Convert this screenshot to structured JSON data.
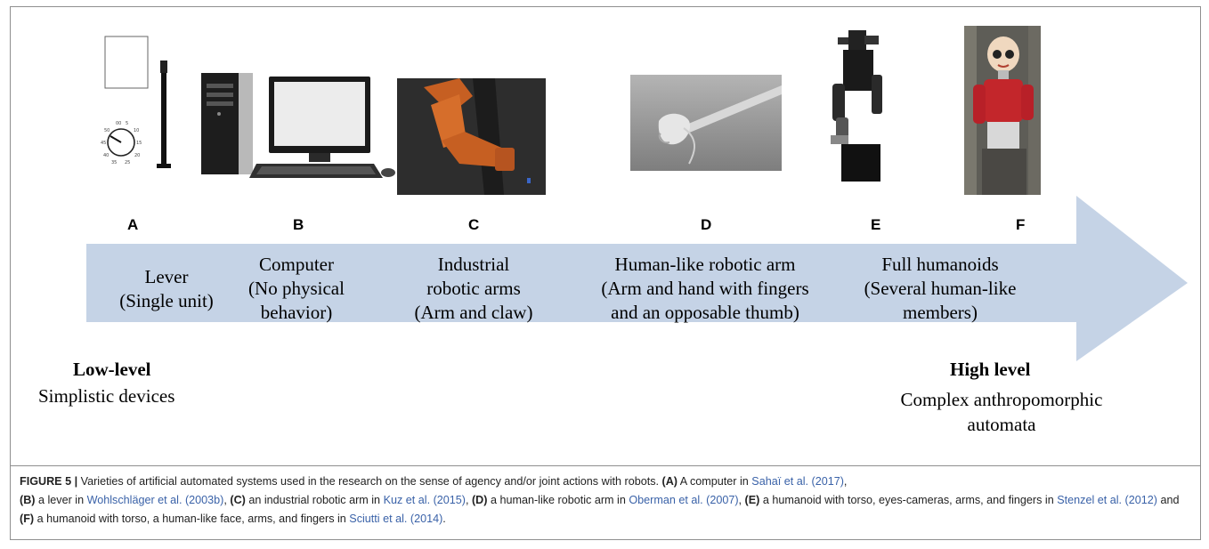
{
  "letters": [
    "A",
    "B",
    "C",
    "D",
    "E",
    "F"
  ],
  "labels": {
    "lever": [
      "Lever",
      "(Single unit)"
    ],
    "computer": [
      "Computer",
      "(No physical",
      "behavior)"
    ],
    "industrial": [
      "Industrial",
      "robotic arms",
      "(Arm and claw)"
    ],
    "humanlike": [
      "Human-like robotic arm",
      "(Arm and hand with fingers",
      "and an opposable thumb)"
    ],
    "humanoids": [
      "Full humanoids",
      "(Several human-like",
      "members)"
    ]
  },
  "low": {
    "title": "Low-level",
    "subtitle": "Simplistic devices"
  },
  "high": {
    "title": "High level",
    "subtitle_1": "Complex anthropomorphic",
    "subtitle_2": "automata"
  },
  "caption": {
    "label": "FIGURE 5 |",
    "s1": " Varieties of artificial automated systems used in the research on the sense of agency and/or joint actions with robots. ",
    "a": "(A)",
    "a_text": " A computer in ",
    "a_ref": "Sahaï et al. (2017)",
    "sep1": ",",
    "b": "(B)",
    "b_text": " a lever in ",
    "b_ref": "Wohlschläger et al. (2003b)",
    "sep2": ", ",
    "c": "(C)",
    "c_text": " an industrial robotic arm in ",
    "c_ref": "Kuz et al. (2015)",
    "sep3": ", ",
    "d": "(D)",
    "d_text": " a human-like robotic arm in ",
    "d_ref": "Oberman et al. (2007)",
    "sep4": ", ",
    "e": "(E)",
    "e_text": " a humanoid with torso, eyes-cameras, arms, and fingers in ",
    "e_ref": "Stenzel et al. (2012)",
    "sep5": " and ",
    "f": "(F)",
    "f_text": " a humanoid with torso, a human-like face, arms, and fingers in ",
    "f_ref": "Sciutti et al. (2014)",
    "end": "."
  },
  "colors": {
    "arrow": "#c5d3e6",
    "frame": "#8f8f8f",
    "link": "#3a62a8"
  },
  "icons": [
    "lever-dial-image",
    "desktop-computer-image",
    "industrial-robot-arm-image",
    "robotic-hand-image",
    "robot-torso-image",
    "humanoid-robot-image"
  ]
}
